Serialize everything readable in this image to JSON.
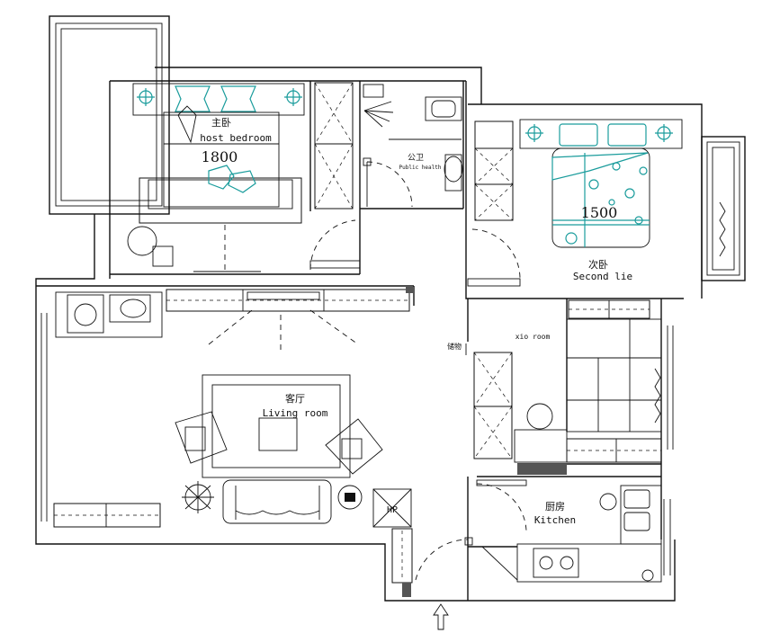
{
  "rooms": {
    "master_bedroom": {
      "label_cn": "主卧",
      "label_en": "host bedroom",
      "bed_width": "1800"
    },
    "second_bedroom": {
      "label_cn": "次卧",
      "label_en": "Second lie",
      "bed_width": "1500"
    },
    "public_bath": {
      "label_cn": "公卫",
      "label_en": "Public health"
    },
    "living_room": {
      "label_cn": "客厅",
      "label_en": "Living room"
    },
    "kitchen": {
      "label_cn": "厨房",
      "label_en": "Kitchen"
    },
    "study": {
      "label_en": "xio room"
    },
    "storage": {
      "label_cn": "储物"
    },
    "entry_tag": "HP"
  },
  "colors": {
    "line": "#111111",
    "accent": "#1a9c9c",
    "background": "#ffffff"
  },
  "icons": {
    "entrance": "entrance-arrow-icon"
  }
}
